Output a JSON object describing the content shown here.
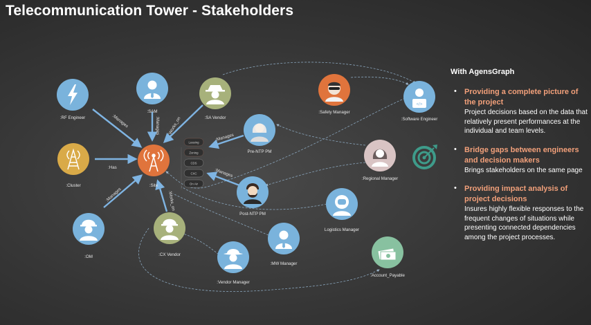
{
  "title": "Telecommunication Tower - Stakeholders",
  "colors": {
    "orange": "#e0743c",
    "blue": "#7ab3dc",
    "gold": "#d9aa48",
    "olive": "#a7b17b",
    "green": "#88c1a0",
    "pink": "#d9c4c4",
    "teal": "#3e9b8a",
    "accent_text": "#f2a07a",
    "edge": "#7fb4e2"
  },
  "nodes": [
    {
      "id": "rf",
      "label": ":RF Engineer",
      "icon": "lightning-icon"
    },
    {
      "id": "sam",
      "label": ":SAM",
      "icon": "manager-icon"
    },
    {
      "id": "savendor",
      "label": ":SA Vendor",
      "icon": "spy-icon"
    },
    {
      "id": "safety",
      "label": ":Safety Manager",
      "icon": "masked-person-icon"
    },
    {
      "id": "software",
      "label": ":Software Engineer",
      "icon": "developer-icon"
    },
    {
      "id": "prentp",
      "label": "Pre-NTP  PM",
      "icon": "woman-icon"
    },
    {
      "id": "regional",
      "label": ":Regional Manager",
      "icon": "woman-icon"
    },
    {
      "id": "cluster",
      "label": ":Cluster",
      "icon": "tower-icon"
    },
    {
      "id": "site",
      "label": ":Site",
      "icon": "antenna-icon"
    },
    {
      "id": "postntp",
      "label": "Post-NTP  PM",
      "icon": "bearded-man-icon"
    },
    {
      "id": "logistics",
      "label": "Logistics  Manager",
      "icon": "astronaut-icon"
    },
    {
      "id": "om",
      "label": ":OM",
      "icon": "worker-icon"
    },
    {
      "id": "cxvendor",
      "label": ":CX Vendor",
      "icon": "worker-icon"
    },
    {
      "id": "mw",
      "label": ":MW  Manager",
      "icon": "manager-icon"
    },
    {
      "id": "vendor",
      "label": ":Vendor Manager",
      "icon": "cowboy-icon"
    },
    {
      "id": "account",
      "label": ":Account_Payable",
      "icon": "money-icon"
    }
  ],
  "edge_labels": {
    "rf": ":Manages",
    "sam": ":Manages",
    "savendor": ":Works_on",
    "cluster": ":Has",
    "om": ":Manages",
    "cxvendor": ":Works_on",
    "prentp": ":Manages",
    "postntp": ":Manages"
  },
  "site_statuses": [
    "Leasing",
    "Zoning",
    "CDS",
    "CXC",
    "On Air"
  ],
  "target_icon": "target-icon",
  "panel": {
    "heading": "With AgensGraph",
    "items": [
      {
        "title": "Providing a complete picture of the project",
        "body": "Project decisions based on the data that relatively present performances at the individual and team levels."
      },
      {
        "title": "Bridge gaps between engineers and decision makers",
        "body": "Brings stakeholders on the same page"
      },
      {
        "title": "Providing impact analysis of project decisions",
        "body": "Insures highly flexible responses to the frequent changes of situations while presenting connected dependencies among the project processes."
      }
    ]
  }
}
